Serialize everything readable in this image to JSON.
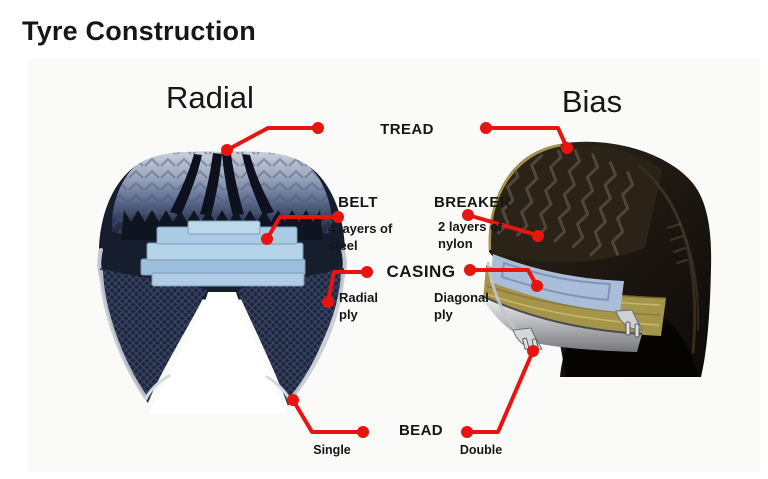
{
  "title": "Tyre Construction",
  "diagram": {
    "left_heading": "Radial",
    "right_heading": "Bias",
    "labels": {
      "tread": "TREAD",
      "belt": "BELT",
      "belt_note": "4 layers of\nsteel",
      "breaker": "BREAKER",
      "breaker_note": "2 layers of\nnylon",
      "casing": "CASING",
      "casing_left_note": "Radial\nply",
      "casing_right_note": "Diagonal\nply",
      "bead": "BEAD",
      "bead_left_note": "Single",
      "bead_right_note": "Double"
    },
    "colors": {
      "callout_red": "#e8140f",
      "radial_belt_blue": "#aecde4",
      "bias_breaker_blue": "#aabeda",
      "bias_casing_khaki": "#a5954a",
      "radial_tire_dark": "#1a2233",
      "bias_tire_dark": "#1b1610",
      "text_black": "#161616"
    }
  }
}
